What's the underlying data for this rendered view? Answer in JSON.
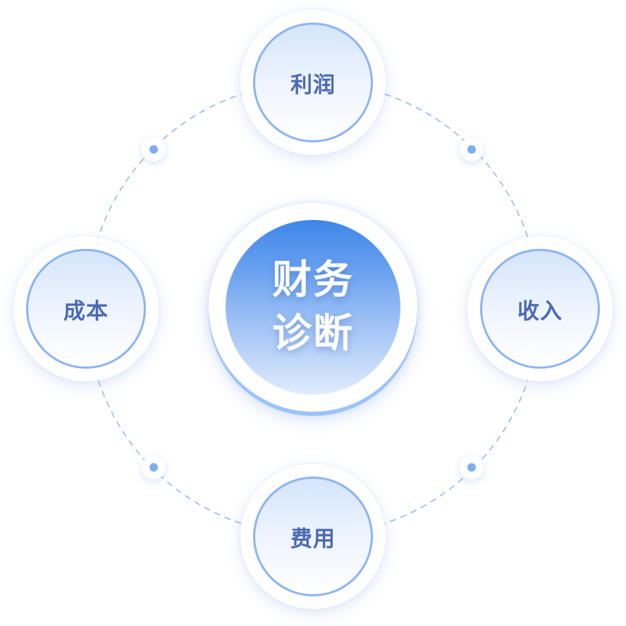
{
  "center": {
    "line1": "财务",
    "line2": "诊断"
  },
  "nodes": {
    "top": {
      "label": "利润"
    },
    "right": {
      "label": "收入"
    },
    "bottom": {
      "label": "费用"
    },
    "left": {
      "label": "成本"
    }
  },
  "colors": {
    "ring_line": "#8ab4f4",
    "node_border": "#8ab4f4",
    "node_text": "#4b69b3",
    "center_gradient_top": "#3d86ea",
    "center_gradient_bottom": "#e0ecfd",
    "dot": "#7fadf5"
  }
}
